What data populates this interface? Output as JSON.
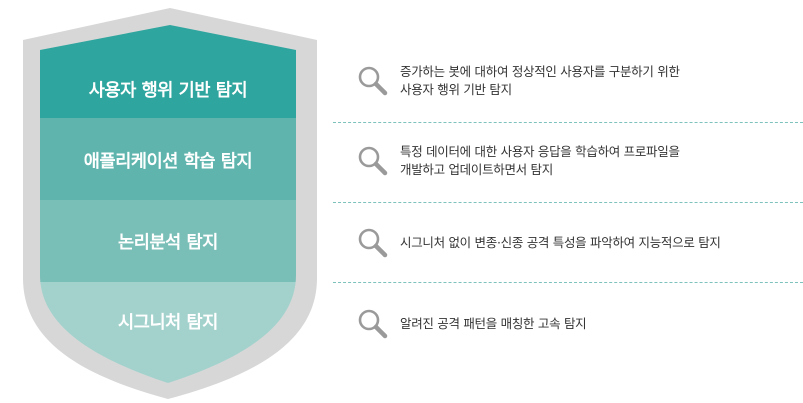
{
  "colors": {
    "shield_rim": "#d7d7d7",
    "layer_1": "#2ea59e",
    "layer_2": "#5fb5ae",
    "layer_3": "#79beb7",
    "layer_4": "#a3d2cd",
    "divider": "#7ec2bd",
    "icon": "#9a9a9a"
  },
  "layers": [
    {
      "label": "사용자 행위 기반 탐지",
      "description": [
        "증가하는 봇에 대하여 정상적인 사용자를 구분하기 위한",
        "사용자 행위 기반 탐지"
      ],
      "icon": "magnifier-icon"
    },
    {
      "label": "애플리케이션 학습 탐지",
      "description": [
        "특정 데이터에 대한 사용자 응답을 학습하여 프로파일을",
        "개발하고 업데이트하면서 탐지"
      ],
      "icon": "magnifier-icon"
    },
    {
      "label": "논리분석 탐지",
      "description": [
        "시그니처 없이 변종·신종 공격 특성을 파악하여 지능적으로 탐지"
      ],
      "icon": "magnifier-icon"
    },
    {
      "label": "시그니처 탐지",
      "description": [
        "알려진 공격 패턴을 매칭한 고속 탐지"
      ],
      "icon": "magnifier-icon"
    }
  ]
}
